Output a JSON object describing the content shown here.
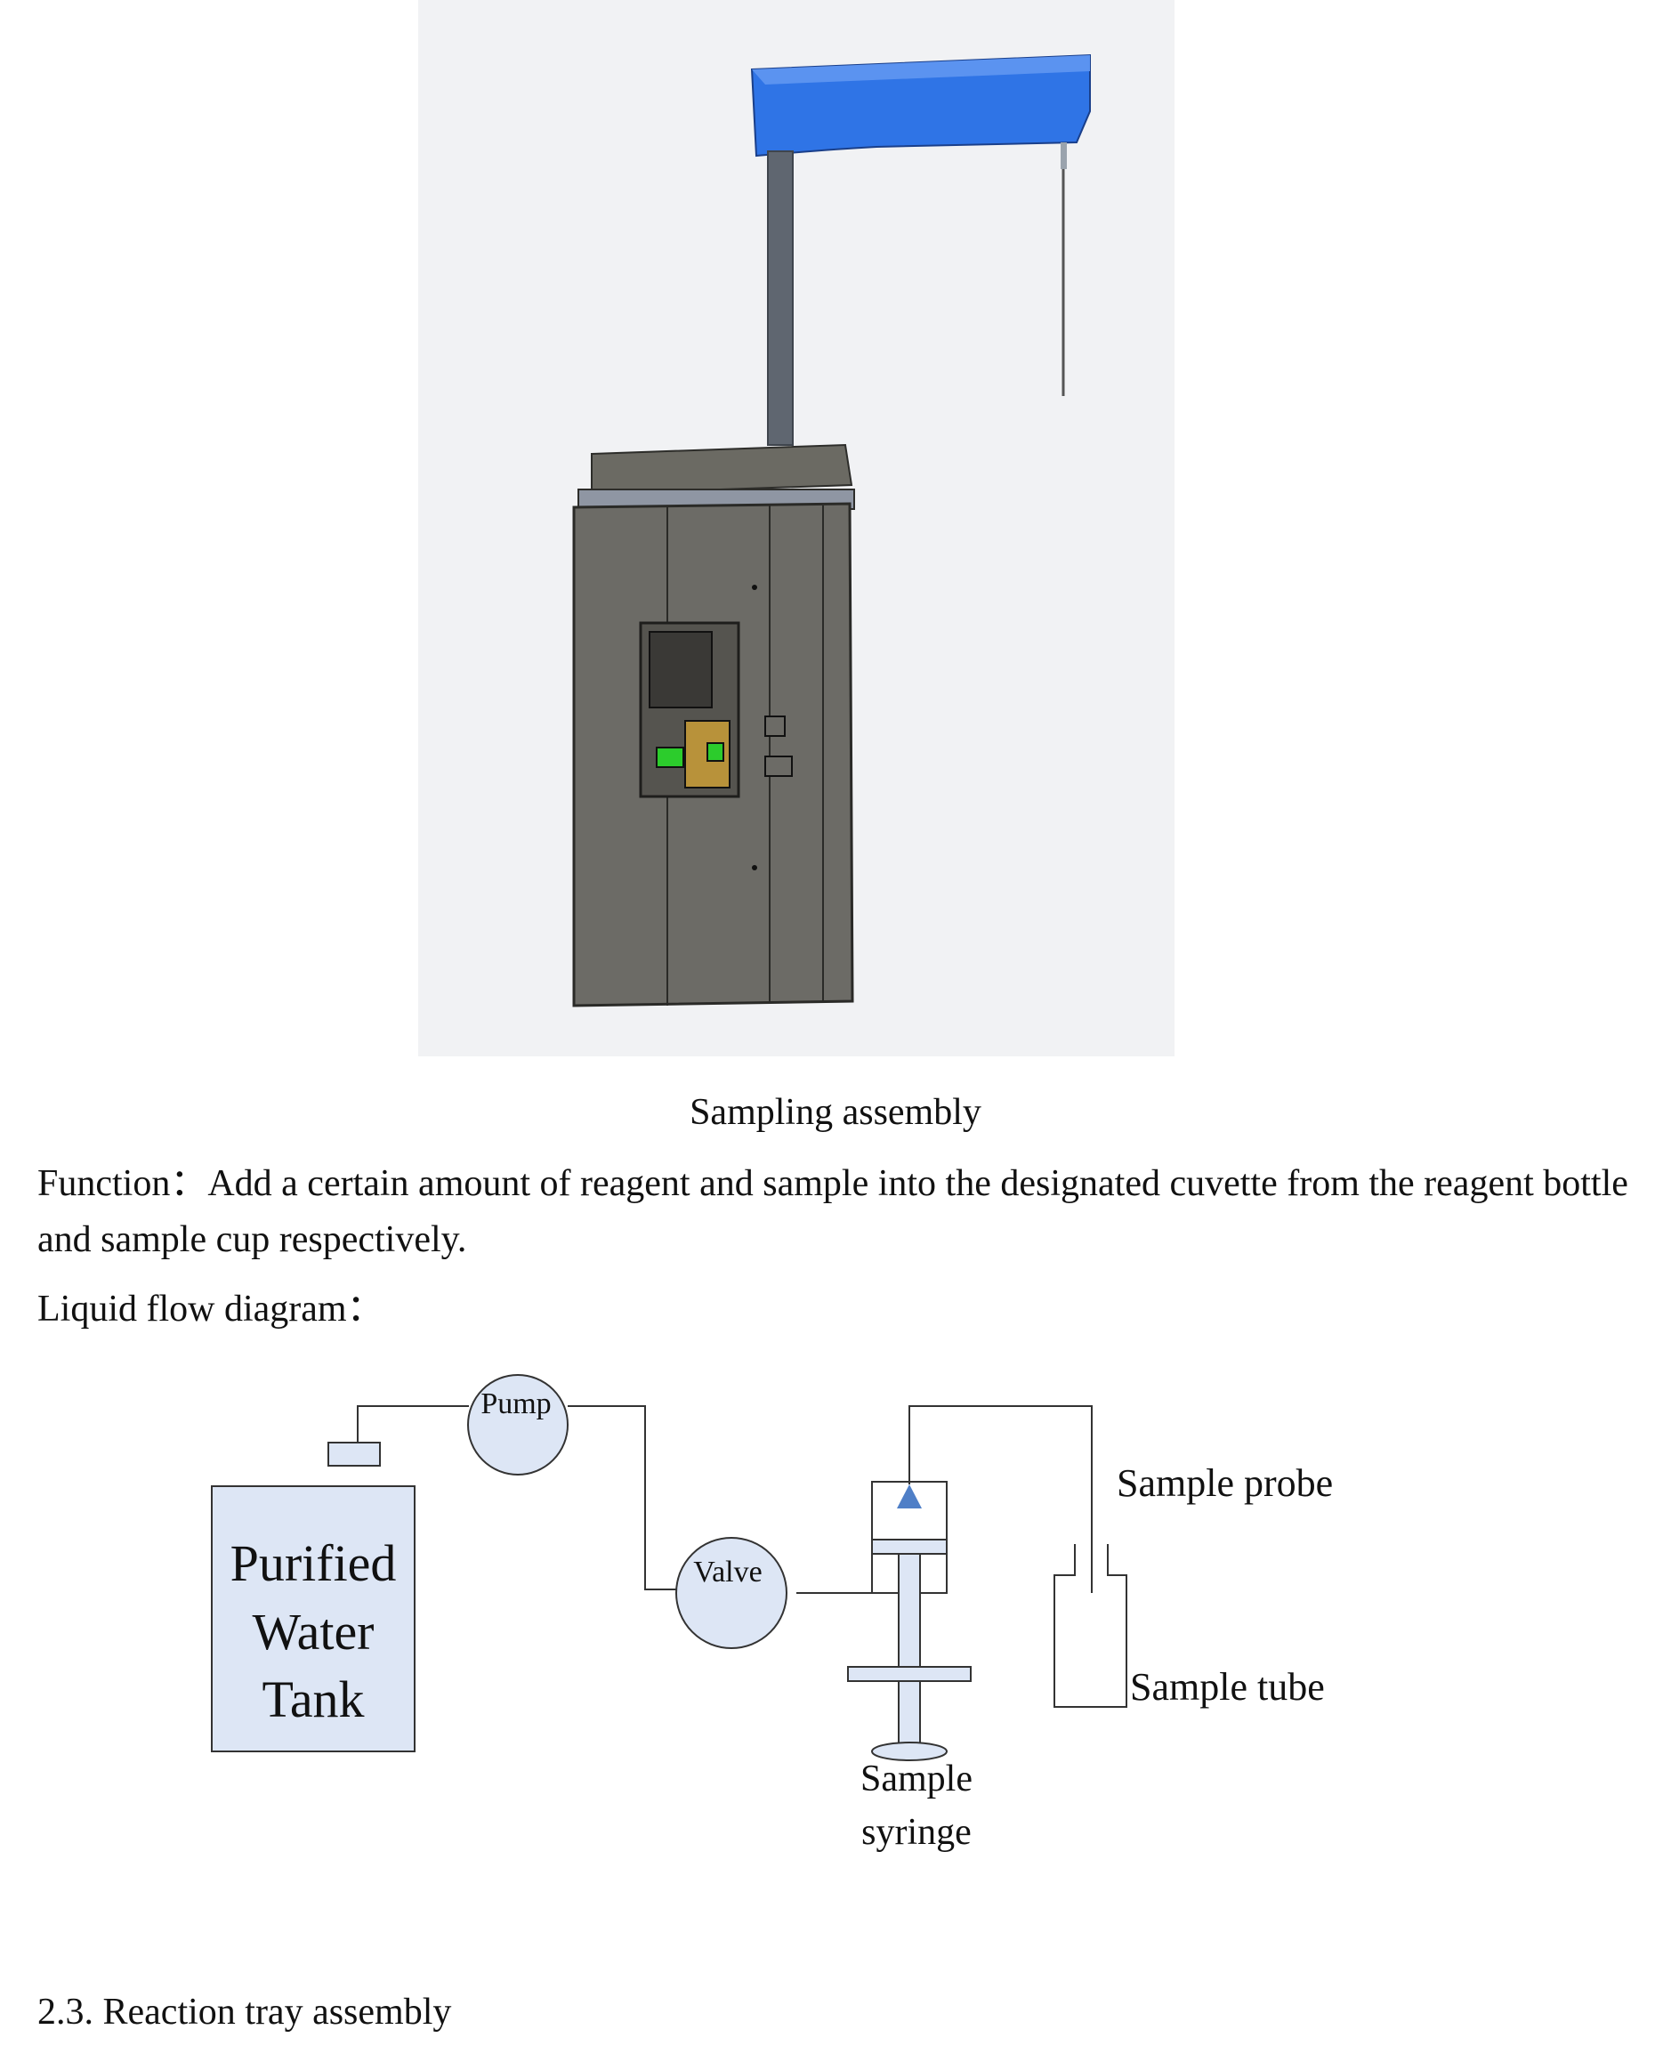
{
  "figure": {
    "caption": "Sampling assembly"
  },
  "function_paragraph": {
    "text": "Function：Add a certain amount of reagent and sample into the designated cuvette from the reagent bottle and sample cup respectively."
  },
  "diagram_intro": {
    "text": "Liquid flow diagram："
  },
  "flow_diagram": {
    "tank_line1": "Purified",
    "tank_line2": "Water",
    "tank_line3": "Tank",
    "pump": "Pump",
    "valve": "Valve",
    "syringe_line1": "Sample",
    "syringe_line2": "syringe",
    "probe": "Sample probe",
    "tube": "Sample tube"
  },
  "next_section": {
    "heading": "2.3. Reaction tray assembly"
  }
}
